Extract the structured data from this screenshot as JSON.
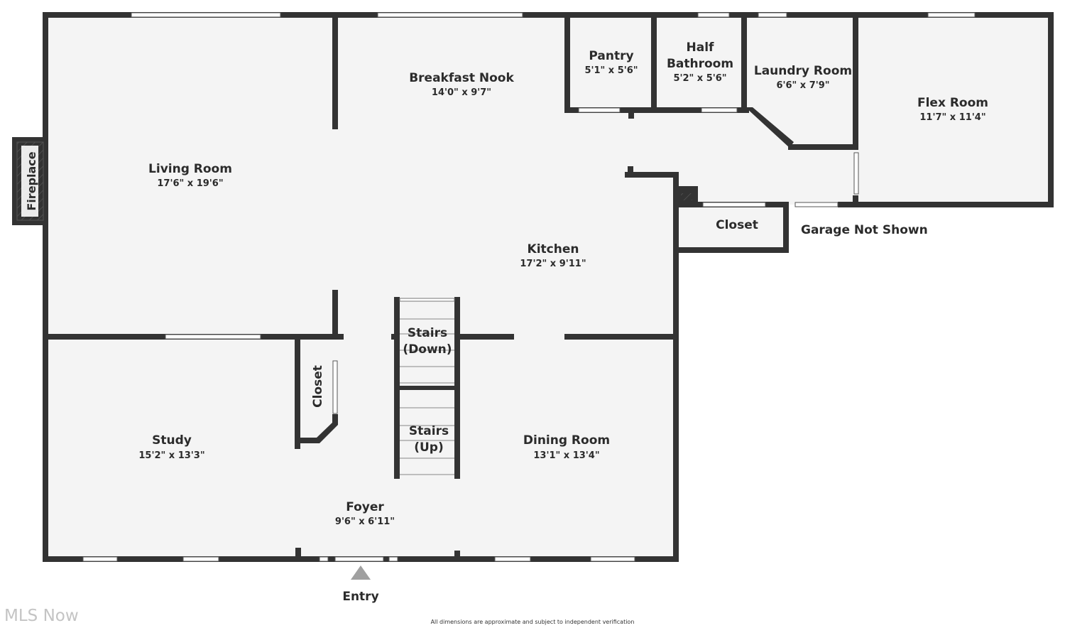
{
  "rooms": {
    "living_room": {
      "name": "Living Room",
      "dims": "17'6\" x 19'6\""
    },
    "breakfast_nook": {
      "name": "Breakfast Nook",
      "dims": "14'0\" x 9'7\""
    },
    "pantry": {
      "name": "Pantry",
      "dims": "5'1\" x 5'6\""
    },
    "half_bathroom": {
      "name_line1": "Half",
      "name_line2": "Bathroom",
      "dims": "5'2\" x 5'6\""
    },
    "laundry_room": {
      "name": "Laundry Room",
      "dims": "6'6\" x 7'9\""
    },
    "flex_room": {
      "name": "Flex Room",
      "dims": "11'7\" x 11'4\""
    },
    "kitchen": {
      "name": "Kitchen",
      "dims": "17'2\" x 9'11\""
    },
    "closet_upper": {
      "name": "Closet"
    },
    "closet_study": {
      "name": "Closet"
    },
    "study": {
      "name": "Study",
      "dims": "15'2\" x 13'3\""
    },
    "dining_room": {
      "name": "Dining Room",
      "dims": "13'1\" x 13'4\""
    },
    "foyer": {
      "name": "Foyer",
      "dims": "9'6\" x 6'11\""
    },
    "stairs_down": {
      "line1": "Stairs",
      "line2": "(Down)"
    },
    "stairs_up": {
      "line1": "Stairs",
      "line2": "(Up)"
    },
    "fireplace": {
      "name": "Fireplace"
    }
  },
  "labels": {
    "garage": "Garage Not Shown",
    "entry": "Entry",
    "disclaimer": "All dimensions are approximate and subject to independent verification",
    "watermark": "MLS Now"
  },
  "colors": {
    "wall": "#333333",
    "floor": "#f4f4f4",
    "entry_arrow": "#a0a0a0"
  }
}
